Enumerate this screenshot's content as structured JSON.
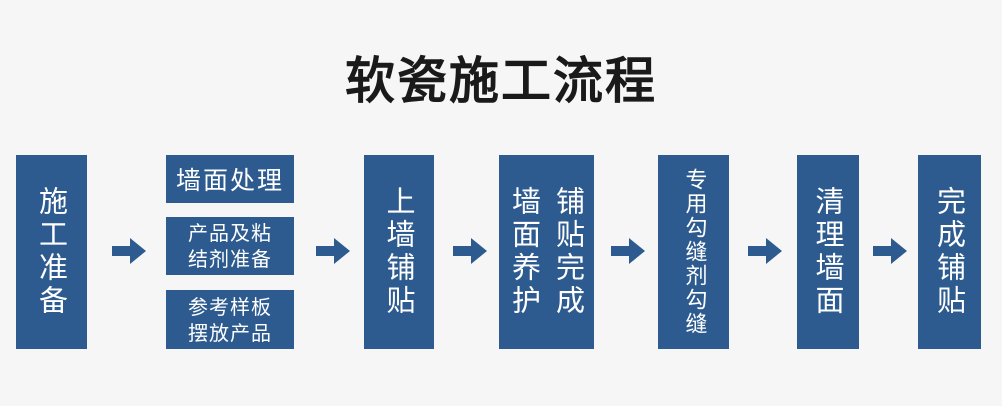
{
  "title": "软瓷施工流程",
  "colors": {
    "box": "#2d5b8f",
    "arrow": "#2d5b8f",
    "background": "#f6f6f6"
  },
  "steps": {
    "prep": "施工准备",
    "sub1": "墙面处理",
    "sub2_line1": "产品及粘",
    "sub2_line2": "结剂准备",
    "sub3_line1": "参考样板",
    "sub3_line2": "摆放产品",
    "wall": "上墙铺贴",
    "paste_done": "铺贴完成",
    "wall_care": "墙面养护",
    "special_joint": "专用勾缝剂勾缝",
    "clean": "清理墙面",
    "finish": "完成铺贴"
  }
}
